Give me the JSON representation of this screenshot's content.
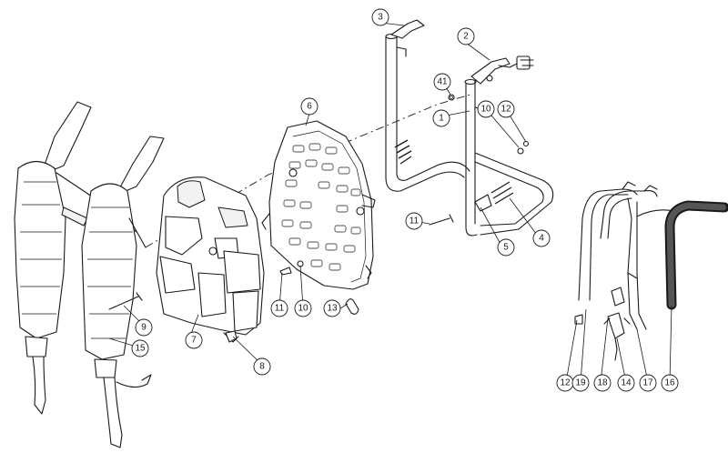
{
  "callouts": [
    {
      "id": "c1",
      "label": "1"
    },
    {
      "id": "c2",
      "label": "2"
    },
    {
      "id": "c3",
      "label": "3"
    },
    {
      "id": "c4",
      "label": "4"
    },
    {
      "id": "c5",
      "label": "5"
    },
    {
      "id": "c6",
      "label": "6"
    },
    {
      "id": "c7",
      "label": "7"
    },
    {
      "id": "c8",
      "label": "8"
    },
    {
      "id": "c9",
      "label": "9"
    },
    {
      "id": "c10a",
      "label": "10"
    },
    {
      "id": "c10b",
      "label": "10"
    },
    {
      "id": "c11a",
      "label": "11"
    },
    {
      "id": "c11b",
      "label": "11"
    },
    {
      "id": "c12a",
      "label": "12"
    },
    {
      "id": "c12b",
      "label": "12"
    },
    {
      "id": "c13",
      "label": "13"
    },
    {
      "id": "c14",
      "label": "14"
    },
    {
      "id": "c15",
      "label": "15"
    },
    {
      "id": "c16",
      "label": "16"
    },
    {
      "id": "c17",
      "label": "17"
    },
    {
      "id": "c18",
      "label": "18"
    },
    {
      "id": "c19",
      "label": "19"
    },
    {
      "id": "c41",
      "label": "41"
    }
  ]
}
